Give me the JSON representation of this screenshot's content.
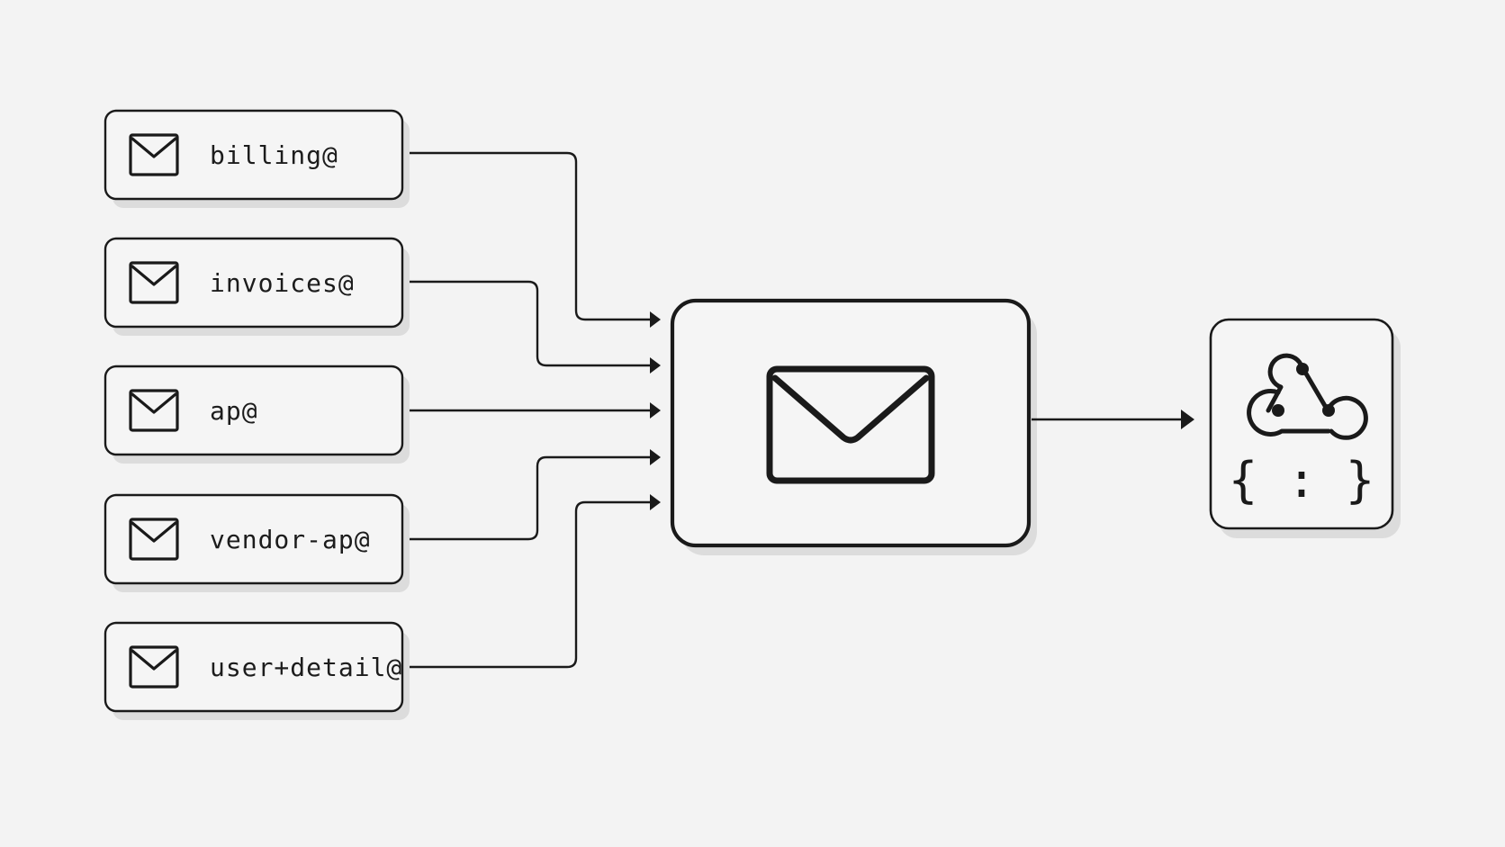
{
  "sources": [
    {
      "address": "billing@",
      "icon": "envelope-icon"
    },
    {
      "address": "invoices@",
      "icon": "envelope-icon"
    },
    {
      "address": "ap@",
      "icon": "envelope-icon"
    },
    {
      "address": "vendor-ap@",
      "icon": "envelope-icon"
    },
    {
      "address": "user+detail@",
      "icon": "envelope-icon"
    }
  ],
  "hub": {
    "icon": "envelope-icon"
  },
  "destination": {
    "icons": [
      "webhook-icon",
      "json-braces-icon"
    ],
    "braces_text": "{ : }"
  },
  "colors": {
    "background": "#f3f3f3",
    "stroke": "#1a1a1a",
    "box_fill": "#f5f5f5",
    "shadow": "#dcdcdc"
  }
}
